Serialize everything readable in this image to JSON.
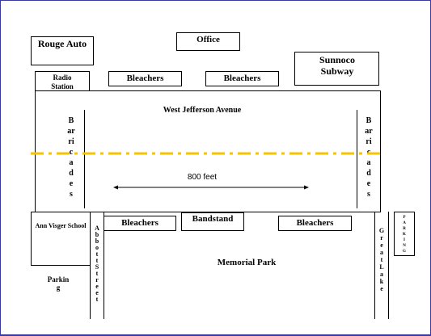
{
  "diagram": {
    "top_buildings": {
      "rouge_auto": "Rouge Auto",
      "office": "Office",
      "sunoco_subway": "Sunnoco Subway",
      "radio_station": "Radio Station"
    },
    "bleachers_label": "Bleachers",
    "avenue_label": "West Jefferson Avenue",
    "barricades_label": "B\nar\nri\nc\na\nd\ne\ns",
    "distance_label": "800 feet",
    "bandstand_label": "Bandstand",
    "park_label": "Memorial Park",
    "school_label": "Ann Visger School",
    "parking_left_label": "Parkin\ng",
    "abbott_label": "A\nb\nb\no\nt\nt\nS\nt\nr\ne\ne\nt",
    "great_lakes_label": "G\nr\ne\na\nt\nL\na\nk\ne",
    "parking_right_label": "P\nA\nR\nK\nI\nN\nG",
    "centerline_color": "#f5c400",
    "frame_color": "#3a3aa0"
  }
}
